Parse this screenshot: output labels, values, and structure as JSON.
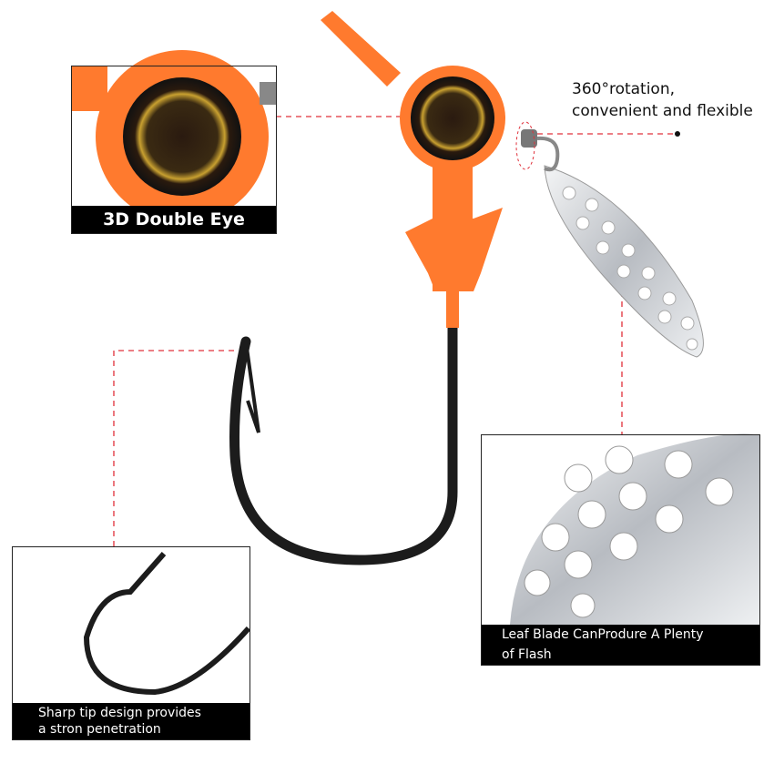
{
  "callouts": {
    "eye": {
      "caption": "3D Double Eye"
    },
    "rotation": {
      "line1": "360°rotation,",
      "line2": "convenient and flexible"
    },
    "blade": {
      "line1": "Leaf Blade CanProdure A Plenty",
      "line2": "of Flash"
    },
    "hook": {
      "line1": "Sharp tip design provides",
      "line2": "a stron penetration"
    }
  },
  "colors": {
    "orange": "#ff7a2e",
    "accent_line": "#e0303a",
    "caption_bg": "#000000",
    "silver": "#c9ccd0"
  }
}
